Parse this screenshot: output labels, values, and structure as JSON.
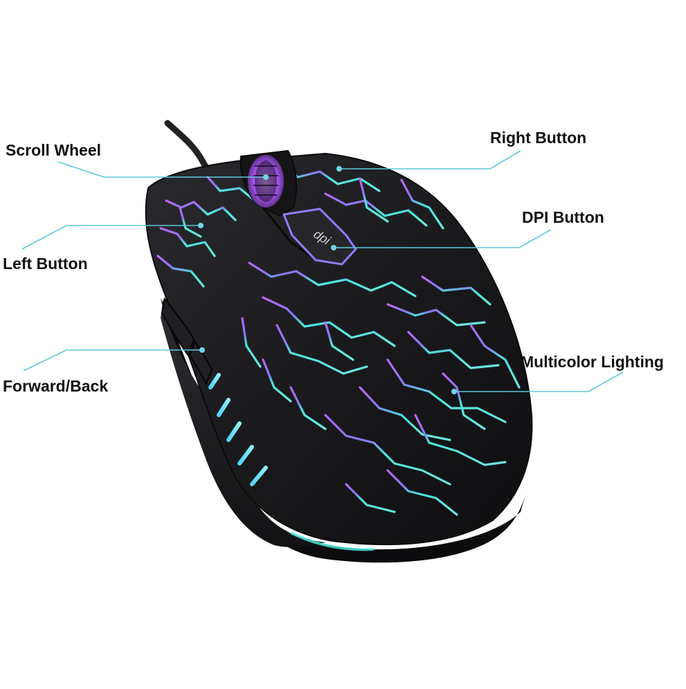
{
  "callouts": {
    "scroll_wheel": "Scroll Wheel",
    "right_button": "Right Button",
    "dpi_button": "DPI Button",
    "left_button": "Left Button",
    "multicolor_lighting": "Multicolor Lighting",
    "forward_back": "Forward/Back"
  },
  "product": {
    "dpi_marking": "dpi"
  },
  "colors": {
    "callout_line": "#5cc8dc",
    "body": "#1c1c1e",
    "glow_cyan": "#4ff0e6",
    "glow_purple": "#c46bff",
    "glow_magenta": "#e36cff"
  }
}
